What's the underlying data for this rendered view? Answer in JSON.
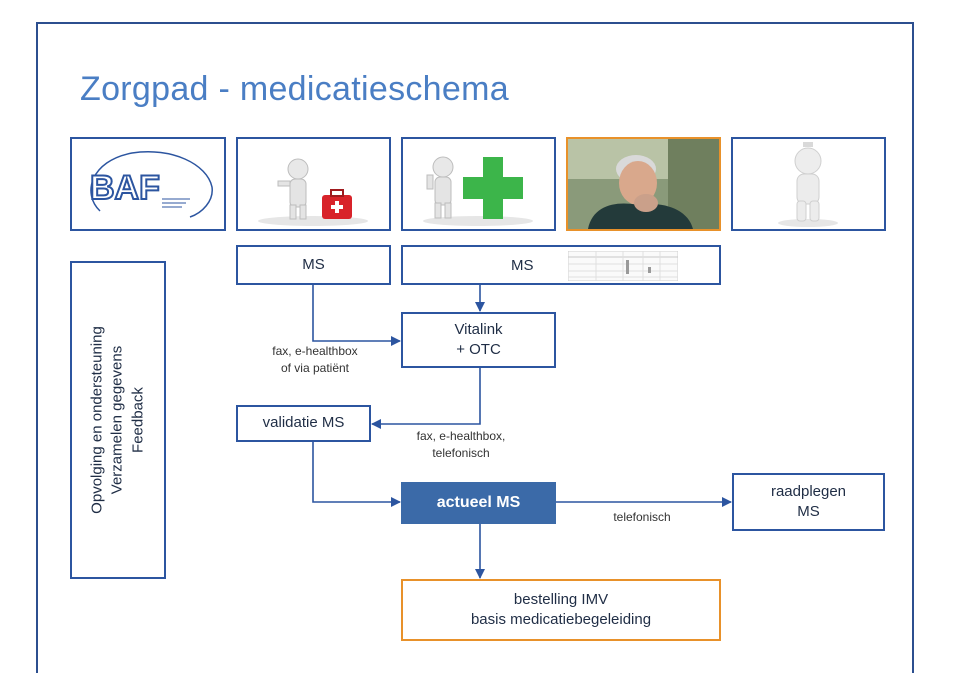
{
  "title": "Zorgpad - medicatieschema",
  "logo": {
    "text": "BAF"
  },
  "icons": [
    {
      "name": "baf-logo"
    },
    {
      "name": "doctor-with-medical-bag-figure"
    },
    {
      "name": "pharmacist-with-green-cross-figure"
    },
    {
      "name": "elderly-patient-photo"
    },
    {
      "name": "patient-figure"
    }
  ],
  "side_panel": {
    "lines": [
      "Opvolging en ondersteuning",
      "Verzamelen gegevens",
      "Feedback"
    ]
  },
  "nodes": {
    "ms_doctor": "MS",
    "ms_pharmacist": "MS",
    "vitalink_line1": "Vitalink",
    "vitalink_line2": "+ OTC",
    "validatie": "validatie MS",
    "actueel": "actueel MS",
    "raadplegen_line1": "raadplegen",
    "raadplegen_line2": "MS",
    "bestelling_line1": "bestelling IMV",
    "bestelling_line2": "basis medicatiebegeleiding"
  },
  "edge_labels": {
    "fax1_line1": "fax, e-healthbox",
    "fax1_line2": "of via patiënt",
    "fax2_line1": "fax, e-healthbox,",
    "fax2_line2": "telefonisch",
    "telefonisch": "telefonisch"
  },
  "colors": {
    "title": "#4a7ec4",
    "box_border": "#2c55a0",
    "highlight_fill": "#3b6aa8",
    "orange_border": "#e8912a",
    "green_cross": "#3cb54a",
    "red_bag": "#d8232a"
  }
}
